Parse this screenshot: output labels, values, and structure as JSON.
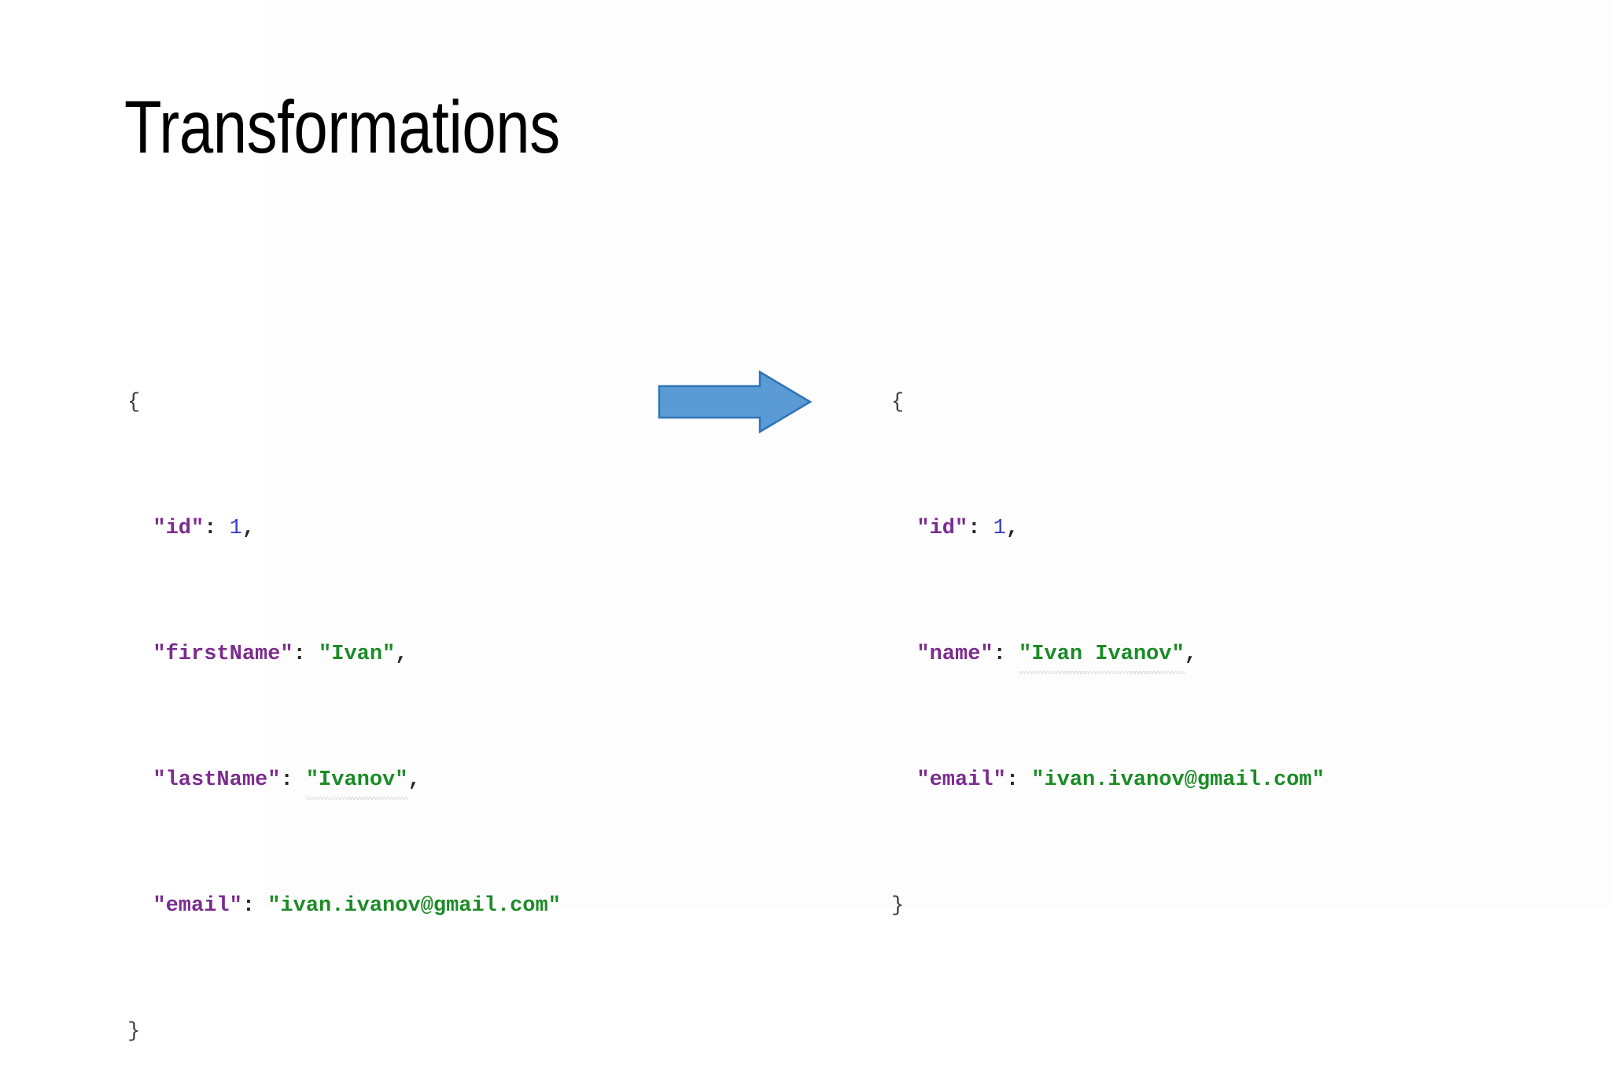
{
  "slide": {
    "title": "Transformations",
    "background_color": "#ffffff",
    "band_color": "#fdfdfd"
  },
  "palette": {
    "key": "#7b2d8e",
    "string": "#1b8b26",
    "number": "#3b3bc4",
    "brace": "#3f3f3f",
    "punctuation": "#262626",
    "arrow_fill": "#5b9bd5",
    "arrow_stroke": "#2e75b6",
    "spellcheck_squiggle": "#cfcfcf"
  },
  "source_json": {
    "label": "source-json-block",
    "lines": [
      {
        "brace": "{"
      },
      {
        "indent": "  ",
        "key": "\"id\"",
        "colon": ": ",
        "number": "1",
        "trail": ","
      },
      {
        "indent": "  ",
        "key": "\"firstName\"",
        "colon": ": ",
        "string": "\"Ivan\"",
        "trail": ","
      },
      {
        "indent": "  ",
        "key": "\"lastName\"",
        "colon": ": ",
        "string": "\"Ivanov\"",
        "trail": ",",
        "spellcheck": true
      },
      {
        "indent": "  ",
        "key": "\"email\"",
        "colon": ": ",
        "string": "\"ivan.ivanov@gmail.com\"",
        "trail": ""
      },
      {
        "brace": "}"
      }
    ],
    "plain_text": "{\n  \"id\": 1,\n  \"firstName\": \"Ivan\",\n  \"lastName\": \"Ivanov\",\n  \"email\": \"ivan.ivanov@gmail.com\"\n}"
  },
  "target_json": {
    "label": "target-json-block",
    "lines": [
      {
        "brace": "{"
      },
      {
        "indent": "  ",
        "key": "\"id\"",
        "colon": ": ",
        "number": "1",
        "trail": ","
      },
      {
        "indent": "  ",
        "key": "\"name\"",
        "colon": ": ",
        "string": "\"Ivan Ivanov\"",
        "trail": ",",
        "spellcheck": true
      },
      {
        "indent": "  ",
        "key": "\"email\"",
        "colon": ": ",
        "string": "\"ivan.ivanov@gmail.com\"",
        "trail": ""
      },
      {
        "brace": "}"
      }
    ],
    "plain_text": "{\n  \"id\": 1,\n  \"name\": \"Ivan Ivanov\",\n  \"email\": \"ivan.ivanov@gmail.com\"\n}"
  },
  "arrow": {
    "name": "transformation-arrow",
    "direction": "right"
  }
}
